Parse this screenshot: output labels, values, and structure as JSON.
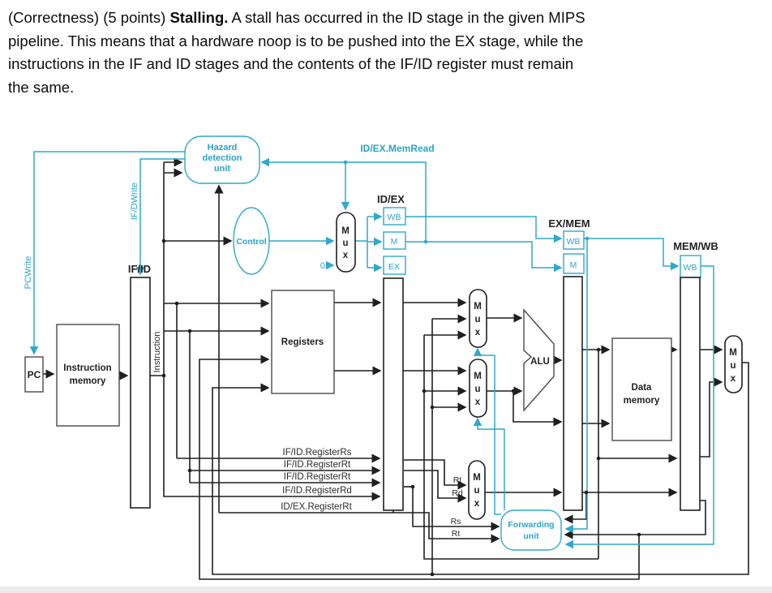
{
  "question": {
    "l1a": "(Correctness) (5 points) ",
    "l1b": "Stalling.",
    "l1c": " A stall has occurred in the ID stage in the given MIPS",
    "l2": "pipeline. This means that a hardware noop is to be pushed into the EX stage, while the",
    "l3": "instructions in the IF and ID stages and the contents of the IF/ID register must remain",
    "l4": "the same."
  },
  "colors": {
    "accent": "#2ea9cc",
    "line": "#1f1f1f"
  },
  "labels": {
    "pcwrite": "PCWrite",
    "ifdwrite": "IF/DWrite",
    "instruction_bus": "Instruction",
    "hazard1": "Hazard",
    "hazard2": "detection",
    "hazard3": "unit",
    "idex_memread": "ID/EX.MemRead",
    "ifid": "IF/ID",
    "idex": "ID/EX",
    "exmem": "EX/MEM",
    "memwb": "MEM/WB",
    "control": "Control",
    "zero": "0",
    "wb": "WB",
    "m": "M",
    "ex": "EX",
    "mux_m": "M",
    "mux_u": "u",
    "mux_x": "x",
    "pc": "PC",
    "imem1": "Instruction",
    "imem2": "memory",
    "registers": "Registers",
    "alu": "ALU",
    "dmem1": "Data",
    "dmem2": "memory",
    "fwd1": "Forwarding",
    "fwd2": "unit",
    "sig_rs": "IF/ID.RegisterRs",
    "sig_rt1": "IF/ID.RegisterRt",
    "sig_rt2": "IF/ID.RegisterRt",
    "sig_rd": "IF/ID.RegisterRd",
    "sig_idex_rt": "ID/EX.RegisterRt",
    "rt_in": "Rt",
    "rd_in": "Rd",
    "rs_fw": "Rs",
    "rt_fw": "Rt"
  }
}
